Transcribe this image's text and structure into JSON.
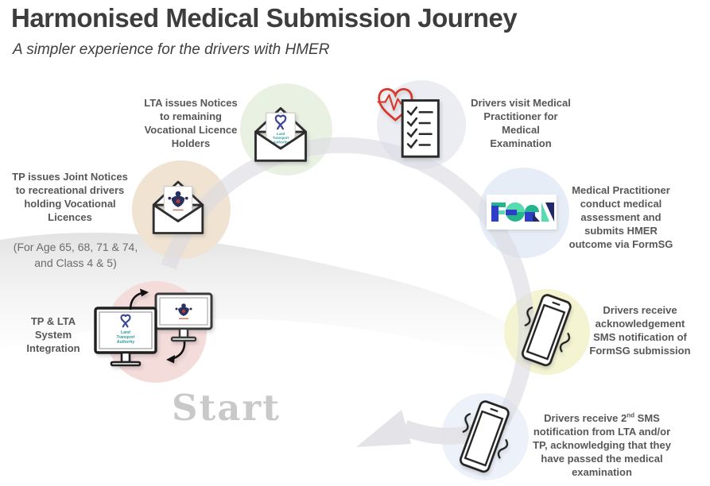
{
  "header": {
    "title": "Harmonised Medical Submission Journey",
    "subtitle": "A simpler experience for the drivers with HMER"
  },
  "start_label": "Start",
  "steps": {
    "tp_notice": {
      "lines": [
        "TP issues Joint Notices",
        "to recreational drivers",
        "holding Vocational",
        "Licences"
      ],
      "note_lines": [
        "(For Age 65, 68, 71 & 74,",
        "and Class 4 & 5)"
      ],
      "icon": "envelope-tp-crest-icon",
      "circle_color": "#f0e3d1"
    },
    "lta_notice": {
      "lines": [
        "LTA issues Notices",
        "to remaining",
        "Vocational Licence",
        "Holders"
      ],
      "icon": "envelope-lta-logo-icon",
      "circle_color": "#e9f1e3"
    },
    "medical_visit": {
      "lines": [
        "Drivers visit Medical",
        "Practitioner for",
        "Medical",
        "Examination"
      ],
      "icon": "heart-checklist-icon",
      "circle_color": "#ebedf3"
    },
    "formsg_submit": {
      "lines": [
        "Medical Practitioner",
        "conduct medical",
        "assessment and",
        "submits HMER",
        "outcome via FormSG"
      ],
      "icon": "formsg-logo",
      "logo_alt": "FORM",
      "circle_color": "#e7edf7"
    },
    "sms_ack": {
      "lines": [
        "Drivers receive",
        "acknowledgement",
        "SMS notification of",
        "FormSG submission"
      ],
      "icon": "vibrating-phone-icon",
      "circle_color": "#f4f4d3"
    },
    "sms_result": {
      "line1_pre": "Drivers receive 2",
      "line1_sup": "nd",
      "line1_post": " SMS",
      "lines": [
        "notification from LTA and/or",
        "TP, acknowledging that they",
        "have passed the medical",
        "examination"
      ],
      "icon": "vibrating-phone-icon",
      "circle_color": "#edf1f9"
    },
    "integration": {
      "lines": [
        "TP & LTA",
        "System",
        "Integration"
      ],
      "icon": "monitors-sync-icon",
      "circle_color": "#f4dcdb"
    }
  },
  "icons": {
    "lta_logo_lines": [
      "Land",
      "Transport",
      "Authority"
    ],
    "names": [
      "envelope-lta-logo-icon",
      "envelope-tp-crest-icon",
      "heart-checklist-icon",
      "formsg-logo",
      "vibrating-phone-icon",
      "monitors-sync-icon",
      "journey-arrow"
    ]
  },
  "colors": {
    "heart_red": "#d8382c",
    "form_blue": "#2e3ec8",
    "form_green": "#23b68c",
    "form_mint": "#56dcae",
    "form_navy": "#20276b",
    "ring_gray": "#e4e4e9",
    "wave_gray": "#c9c9c9",
    "start_gray": "#c9c9c9",
    "label_gray": "#575757",
    "title_gray": "#3d3d3d",
    "lta_ribbon_blue": "#3f479b",
    "lta_text_teal": "#2e9b9b",
    "tp_crest_navy": "#28305e",
    "tp_crest_red": "#c23b2e"
  }
}
